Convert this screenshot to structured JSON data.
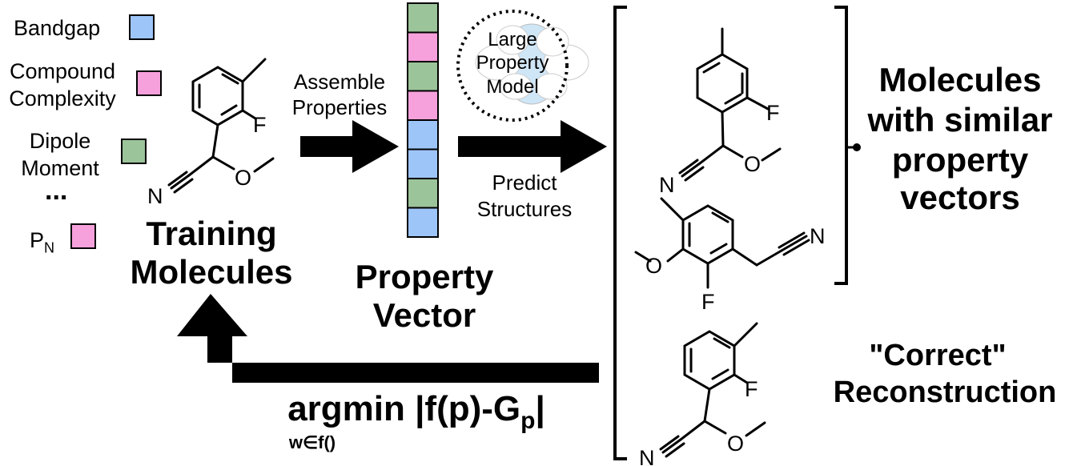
{
  "colors": {
    "bandgap": "#9ec5f8",
    "compound_complexity": "#f7a1dc",
    "dipole_moment": "#9cc49a",
    "p_n": "#f7a1dc",
    "model_cloud": "#cfe6f7"
  },
  "legend": {
    "bandgap": "Bandgap",
    "compound_complexity_line1": "Compound",
    "compound_complexity_line2": "Complexity",
    "dipole_moment_line1": "Dipole",
    "dipole_moment_line2": "Moment",
    "ellipsis": "...",
    "pn_base": "P",
    "pn_sub": "N"
  },
  "training": {
    "line1": "Training",
    "line2": "Molecules"
  },
  "assemble": {
    "line1": "Assemble",
    "line2": "Properties"
  },
  "property_vector": {
    "line1": "Property",
    "line2": "Vector",
    "cells": [
      "dipole_moment",
      "compound_complexity",
      "dipole_moment",
      "compound_complexity",
      "bandgap",
      "bandgap",
      "dipole_moment",
      "bandgap"
    ]
  },
  "model": {
    "line1": "Large",
    "line2": "Property",
    "line3": "Model"
  },
  "predict": {
    "line1": "Predict",
    "line2": "Structures"
  },
  "result": {
    "line1": "Molecules",
    "line2": "with similar",
    "line3": "property",
    "line4": "vectors"
  },
  "correct": {
    "line1": "\"Correct\"",
    "line2": "Reconstruction"
  },
  "loss": {
    "main": "argmin |f(p)-G",
    "sub": "p",
    "close": "|",
    "under": "w∈f()"
  },
  "atoms": {
    "F": "F",
    "N": "N",
    "O": "O"
  }
}
